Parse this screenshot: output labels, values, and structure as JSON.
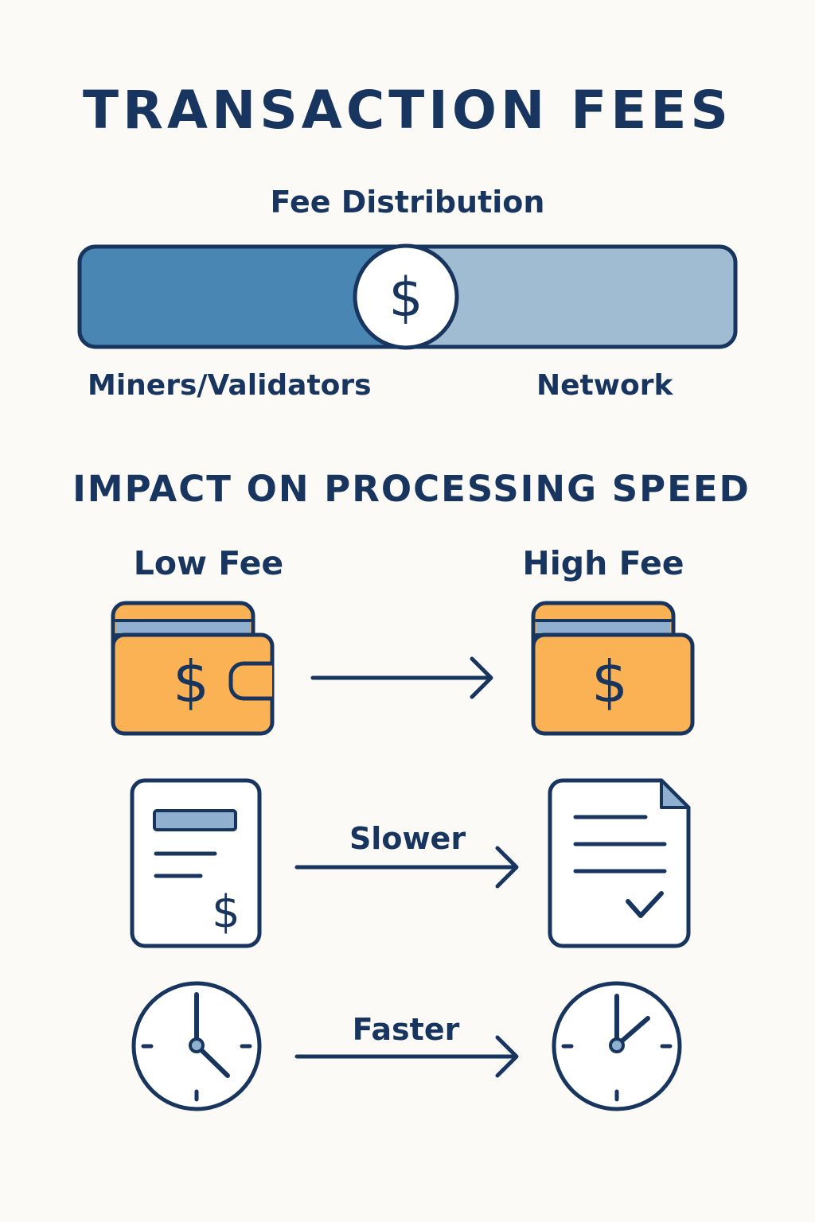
{
  "title": "TRANSACTION FEES",
  "distribution": {
    "heading": "Fee Distribution",
    "left_label": "Miners/Validators",
    "right_label": "Network",
    "split_fraction": 0.5,
    "center_icon": "dollar-icon",
    "colors": {
      "left": "#4a86b4",
      "right": "#9fbcd3",
      "outline": "#17355e"
    }
  },
  "impact": {
    "heading": "IMPACT ON PROCESSING SPEED",
    "low_label": "Low Fee",
    "high_label": "High Fee",
    "rows": [
      {
        "left_icon": "wallet-icon",
        "arrow_label": "",
        "right_icon": "wallet-icon"
      },
      {
        "left_icon": "invoice-icon",
        "arrow_label": "Slower",
        "right_icon": "document-check-icon"
      },
      {
        "left_icon": "clock-icon",
        "arrow_label": "Faster",
        "right_icon": "clock-icon"
      }
    ]
  },
  "colors": {
    "ink": "#17355e",
    "wallet": "#fbb255",
    "accent_blue": "#8fb0cf",
    "background": "#fbfaf6"
  }
}
